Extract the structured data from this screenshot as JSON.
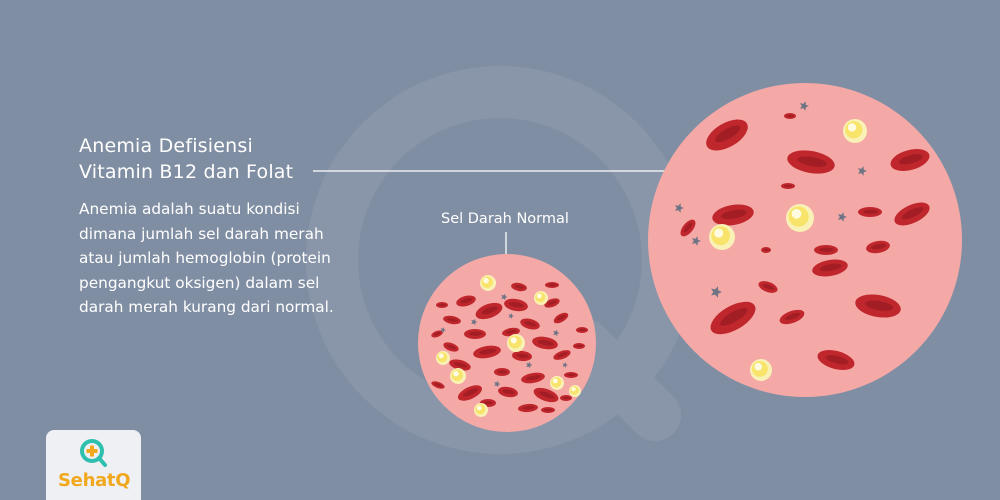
{
  "heading": {
    "line1": "Anemia Defisiensi",
    "line2": "Vitamin B12 dan Folat"
  },
  "description": "Anemia adalah suatu kondisi dimana jumlah sel darah merah atau jumlah hemoglobin (protein pengangkut oksigen) dalam sel darah merah kurang dari normal.",
  "normal_label": "Sel Darah Normal",
  "logo": {
    "text": "SehatQ",
    "icon": "magnifier-plus-icon"
  },
  "colors": {
    "background": "#808ea3",
    "plasma": "#f5a9a7",
    "red_cell": "#c0272d",
    "white_cell": "#f8e46a",
    "platelet": "#6f7485",
    "brand": "#f2a81d"
  }
}
